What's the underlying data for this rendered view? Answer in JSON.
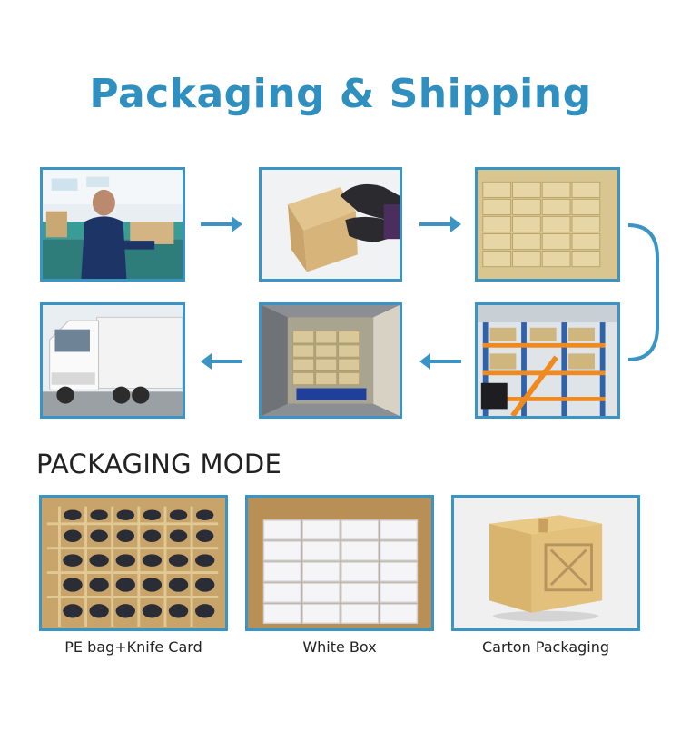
{
  "header": {
    "title": "Packaging & Shipping"
  },
  "process": {
    "steps": [
      {
        "icon": "factory-worker-photo"
      },
      {
        "icon": "hand-box-photo"
      },
      {
        "icon": "stacked-cartons-photo"
      },
      {
        "icon": "warehouse-racks-photo"
      },
      {
        "icon": "container-loading-photo"
      },
      {
        "icon": "truck-photo"
      }
    ],
    "accent_color": "#3b95c4"
  },
  "packaging": {
    "title": "PACKAGING MODE",
    "modes": [
      {
        "label": "PE bag+Knife Card"
      },
      {
        "label": "White Box"
      },
      {
        "label": "Carton Packaging"
      }
    ]
  }
}
